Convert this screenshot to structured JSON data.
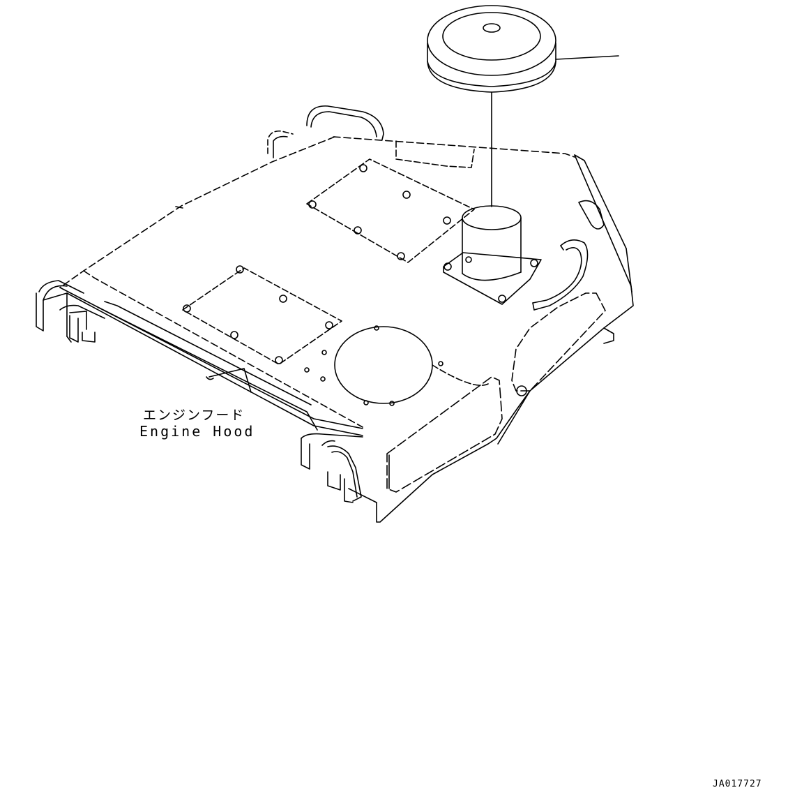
{
  "labels": {
    "part_name_jp": "エンジンフード",
    "part_name_en": "Engine Hood"
  },
  "drawing_code": "JA017727",
  "colors": {
    "line": "#000000",
    "background": "#ffffff"
  }
}
